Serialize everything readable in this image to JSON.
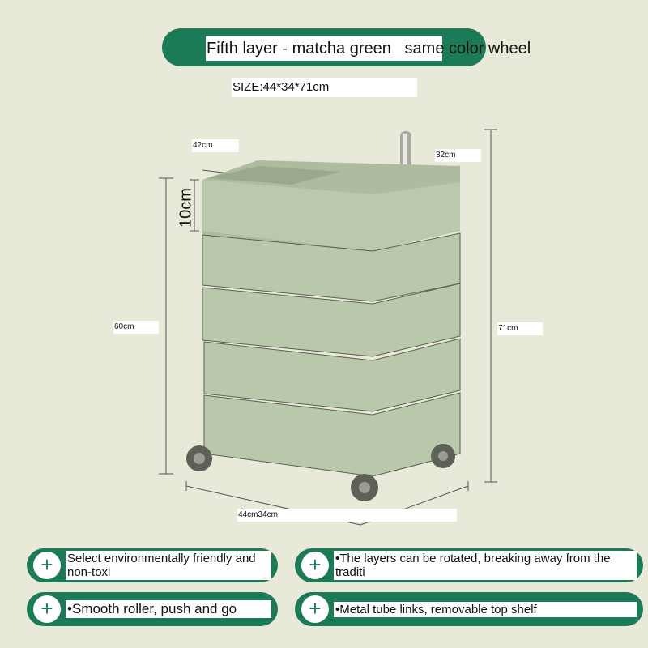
{
  "header": {
    "title": "Fifth layer - matcha green   same color wheel",
    "size": "SIZE:44*34*71cm"
  },
  "dimensions": {
    "top_width": "42cm",
    "top_depth": "32cm",
    "layer_height": "10cm",
    "body_height": "60cm",
    "total_height": "71cm",
    "base": "44cm34cm"
  },
  "features": [
    {
      "icon": "plus-icon",
      "text": "Select environmentally friendly and non-toxi"
    },
    {
      "icon": "bullet-icon",
      "text": "•The layers can be rotated, breaking away from the traditi"
    },
    {
      "icon": "bullet-icon",
      "text": "•Smooth roller, push and go"
    },
    {
      "icon": "bullet-icon",
      "text": "•Metal tube links, removable top shelf"
    }
  ],
  "colors": {
    "brand_green": "#1b7b56",
    "background": "#e9e9da",
    "product": "#b9c7aa"
  }
}
